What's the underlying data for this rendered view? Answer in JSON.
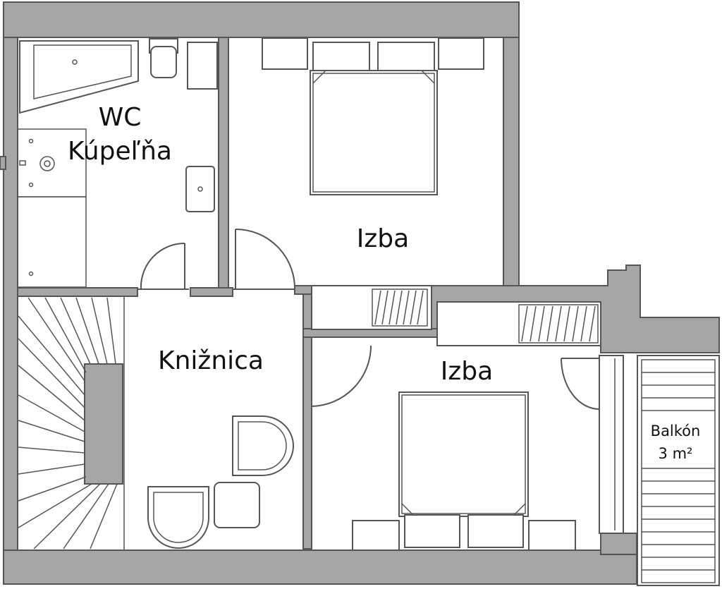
{
  "floorplan": {
    "rooms": {
      "bathroom": {
        "line1": "WC",
        "line2": "Kúpeľňa"
      },
      "bedroom_north": {
        "label": "Izba"
      },
      "bedroom_south": {
        "label": "Izba"
      },
      "library": {
        "label": "Knižnica"
      },
      "balcony": {
        "line1": "Balkón",
        "line2": "3 m²"
      }
    },
    "colors": {
      "wall": "#a6a6a6",
      "wall_outline": "#555555",
      "background": "#ffffff",
      "text": "#111111"
    }
  }
}
